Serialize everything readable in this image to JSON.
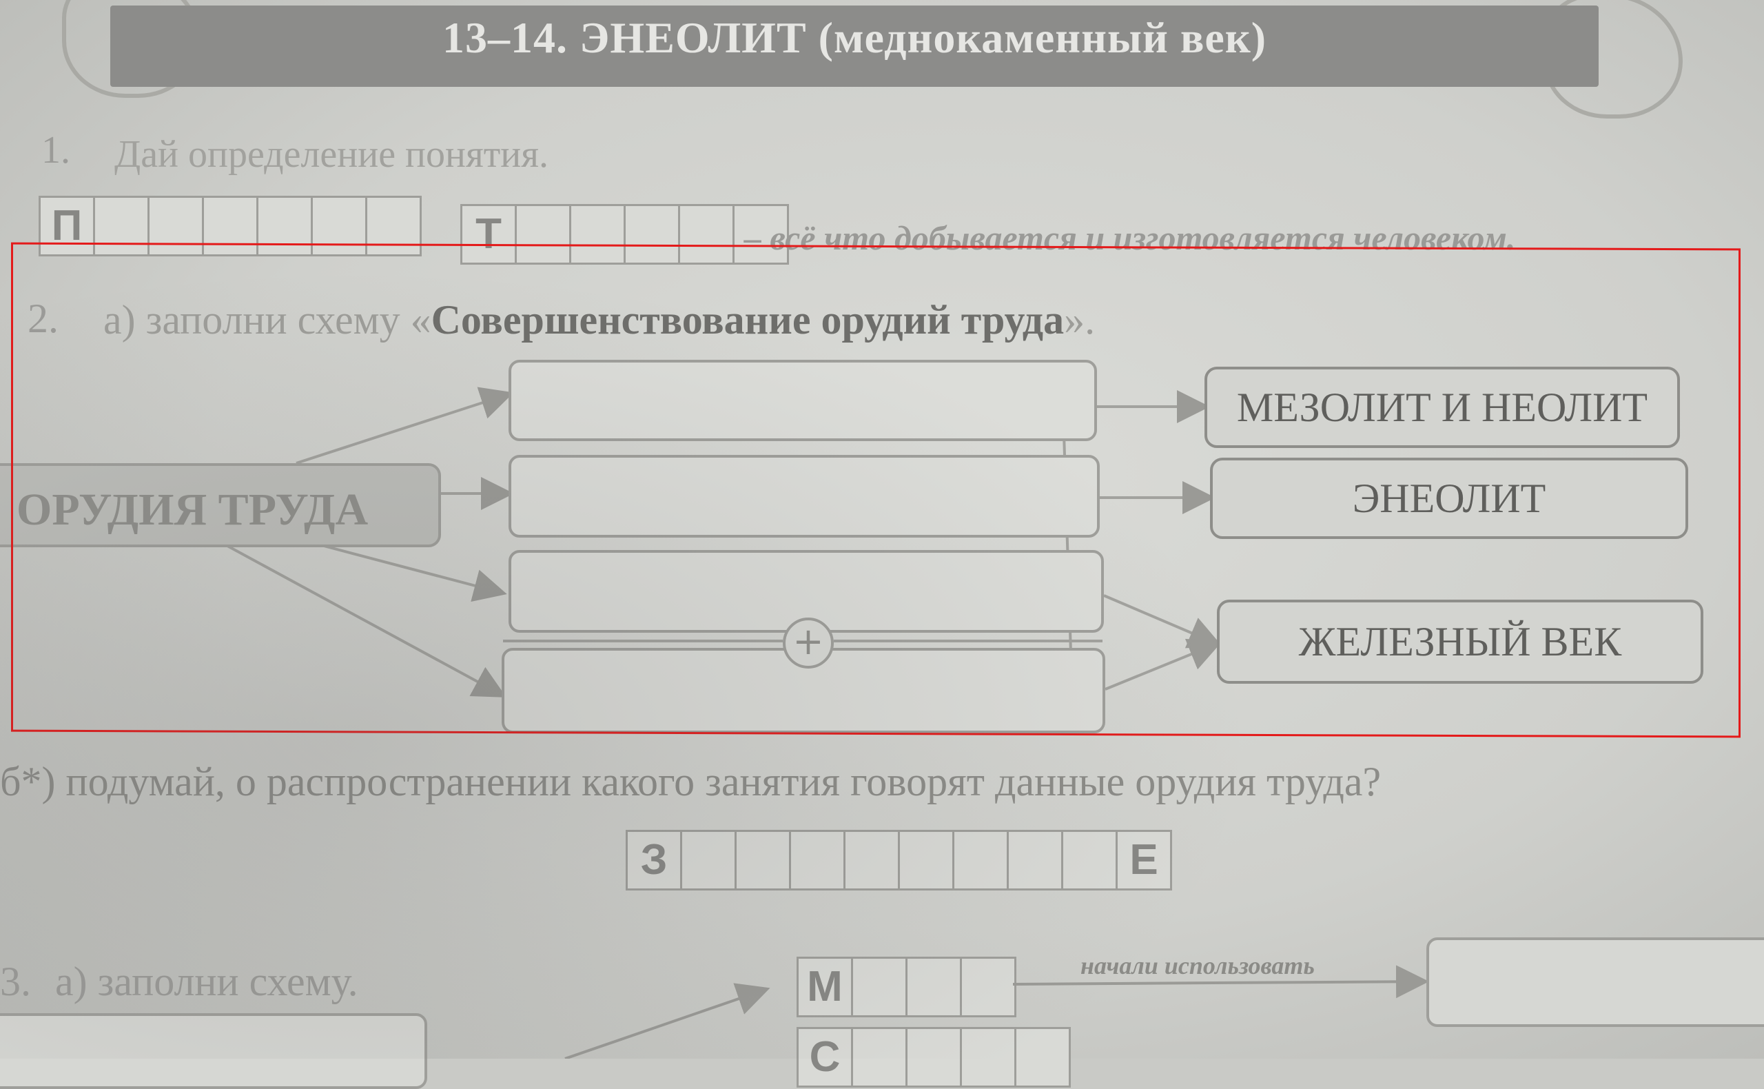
{
  "header": {
    "title": "13–14. ЭНЕОЛИТ (меднокаменный век)"
  },
  "task1": {
    "number": "1.",
    "text": "Дай определение понятия.",
    "word1_letters": [
      "П",
      "",
      "",
      "",
      "",
      "",
      ""
    ],
    "word2_letters": [
      "Т",
      "",
      "",
      "",
      "",
      ""
    ],
    "definition": "– всё что добывается и изготовляется человеком."
  },
  "task2": {
    "number": "2.",
    "prefix": "а) заполни схему «",
    "scheme_title": "Совершенствование орудий труда",
    "suffix": "».",
    "source_box": "ОРУДИЯ ТРУДА",
    "period_boxes": [
      "МЕЗОЛИТ И НЕОЛИТ",
      "ЭНЕОЛИТ",
      "ЖЕЛЕЗНЫЙ ВЕК"
    ],
    "plus_symbol": "+"
  },
  "task2b": {
    "text": "б*) подумай, о распространении какого занятия говорят данные орудия труда?",
    "letters": [
      "З",
      "",
      "",
      "",
      "",
      "",
      "",
      "",
      "",
      "Е"
    ]
  },
  "task3": {
    "number": "3.",
    "text": "а) заполни схему.",
    "word_letters": [
      "М",
      "",
      "",
      ""
    ],
    "word2_letter": "С",
    "arrow_caption": "начали использовать"
  }
}
